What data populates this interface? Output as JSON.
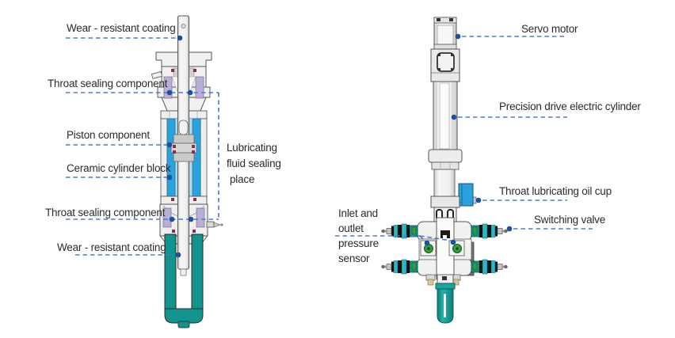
{
  "left_labels": {
    "wear_top": "Wear - resistant coating",
    "throat_top": "Throat sealing component",
    "piston": "Piston component",
    "ceramic": "Ceramic cylinder block",
    "throat_bottom": "Throat sealing component",
    "wear_bottom": "Wear - resistant coating",
    "lube": {
      "line1": "Lubricating",
      "line2": "fluid sealing",
      "line3": "place"
    }
  },
  "right_labels": {
    "servo": "Servo motor",
    "precision": "Precision drive electric cylinder",
    "oil_cup": "Throat lubricating oil cup",
    "switching": "Switching valve",
    "sensor": {
      "line1": "Inlet and",
      "line2": "outlet",
      "line3": "pressure",
      "line4": "sensor"
    }
  },
  "colors": {
    "leader_line": "#4d7cc6",
    "leader_dot": "#1e4f9e",
    "label_text": "#2a2a33",
    "ceramic_blue": "#2aa2db",
    "bore_blue": "#a9d7ef",
    "teal": "#12938d",
    "teal_bright": "#1aa49d",
    "valve_cyan": "#2ab7c6",
    "seal_purple": "#b9aed6",
    "seal_red": "#8a2e4e",
    "sensor_green": "#2f9e3b",
    "oil_cup_blue": "#2aa2db",
    "arm_lavender": "#c9c4e6",
    "metal_light": "#f0f0ee"
  }
}
